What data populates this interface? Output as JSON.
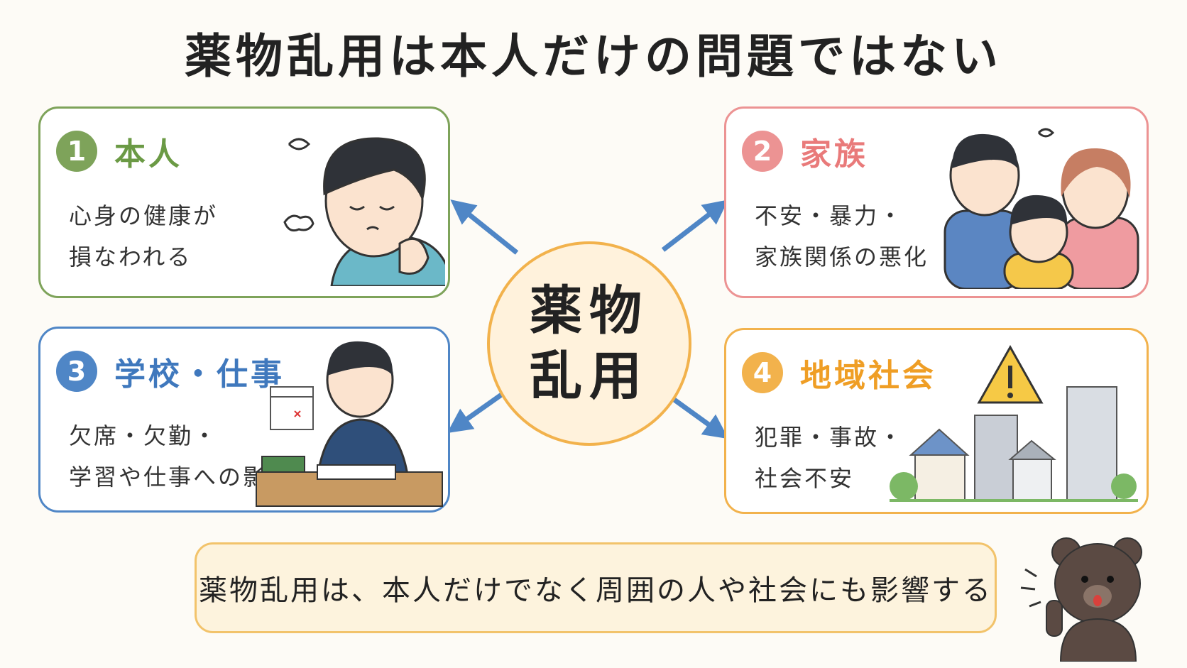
{
  "title": "薬物乱用は本人だけの問題ではない",
  "center": {
    "line1": "薬物",
    "line2": "乱用"
  },
  "cards": [
    {
      "number": "1",
      "title": "本人",
      "color": "#7ea35a",
      "lines": [
        "心身の健康が",
        "損なわれる"
      ],
      "icon": "tired-person-illustration"
    },
    {
      "number": "2",
      "title": "家族",
      "color": "#ec9393",
      "lines": [
        "不安・暴力・",
        "家族関係の悪化"
      ],
      "icon": "worried-family-illustration"
    },
    {
      "number": "3",
      "title": "学校・仕事",
      "color": "#4f86c6",
      "lines": [
        "欠席・欠勤・",
        "学習や仕事への影響"
      ],
      "icon": "student-at-desk-illustration"
    },
    {
      "number": "4",
      "title": "地域社会",
      "color": "#f2b24c",
      "lines": [
        "犯罪・事故・",
        "社会不安"
      ],
      "icon": "warning-town-illustration"
    }
  ],
  "banner": "薬物乱用は、本人だけでなく周囲の人や社会にも影響する",
  "mascot": "bear-mascot-icon"
}
